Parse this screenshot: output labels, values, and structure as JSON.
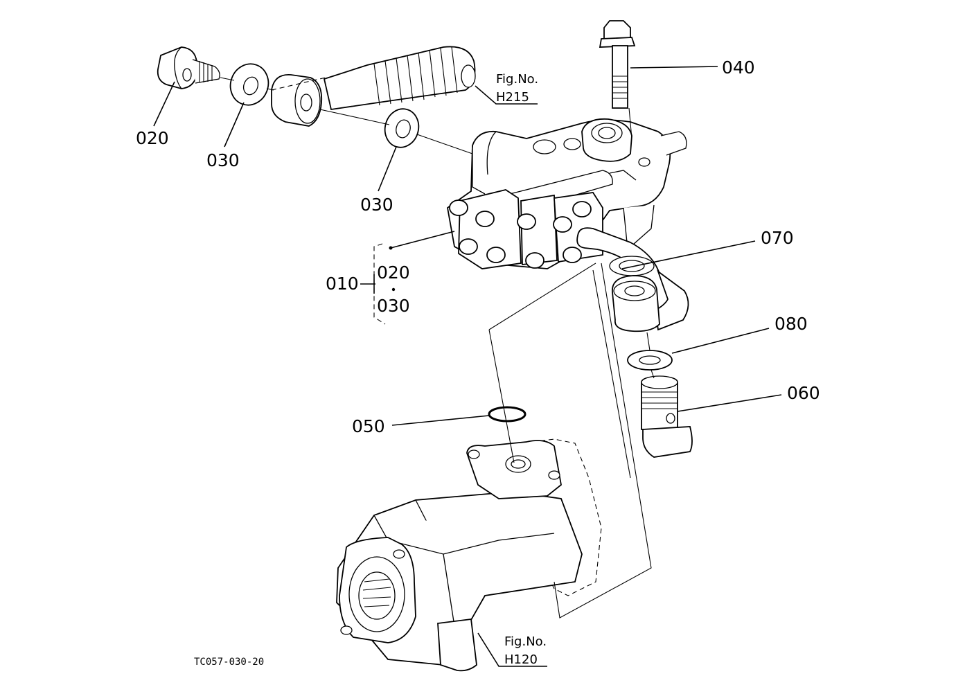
{
  "callouts": {
    "c020_top": "020",
    "c030_top": "030",
    "c030_mid": "030",
    "c040": "040",
    "c070": "070",
    "c080": "080",
    "c060": "060",
    "c050": "050",
    "c010": "010",
    "c010_020": "020",
    "c010_030": "030"
  },
  "fig_refs": [
    {
      "prefix": "Fig.No.",
      "number": "H215"
    },
    {
      "prefix": "Fig.No.",
      "number": "H120"
    }
  ],
  "drawing_code": "TC057-030-20"
}
